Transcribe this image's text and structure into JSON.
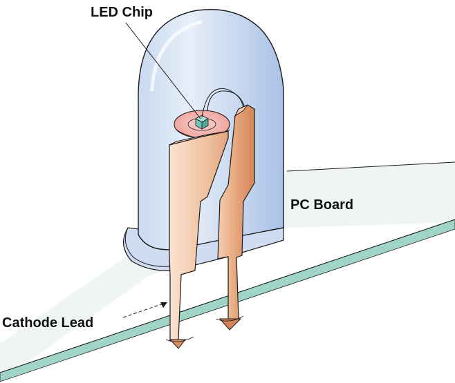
{
  "labels": {
    "led_chip": "LED Chip",
    "pc_board": "PC Board",
    "cathode_lead": "Cathode Lead"
  },
  "colors": {
    "board_face": "#e8f2ef",
    "board_edge": "#9fd4c6",
    "lens_light": "#dde8f6",
    "lens_mid": "#bcd0ec",
    "lead_light": "#f7d8c3",
    "lead_mid": "#e9b48f",
    "lead_dark": "#d98e63",
    "reflector": "#f2a7a2",
    "chip": "#6fc3b7",
    "outline": "#1a1a1a"
  }
}
